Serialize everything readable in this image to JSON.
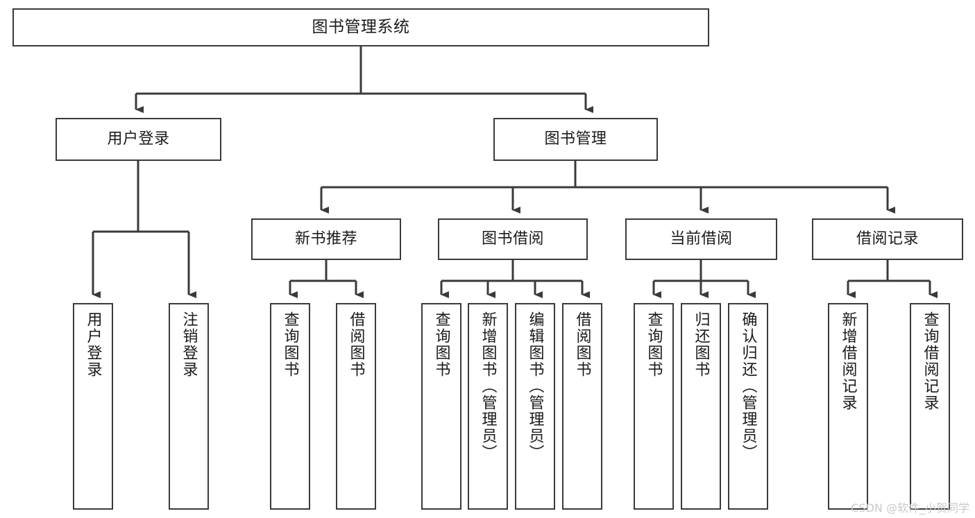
{
  "diagram": {
    "type": "tree-hierarchy-chart",
    "title": "图书管理系统",
    "orientation": "top-down",
    "colors": {
      "border": "#3a3a3a",
      "fill": "#ffffff",
      "text": "#1a1a1a",
      "connector": "#3a3a3a",
      "watermark": "#c9c9c9"
    }
  },
  "nodes": {
    "root": {
      "label": "图书管理系统"
    },
    "level1": [
      {
        "label": "用户登录"
      },
      {
        "label": "图书管理"
      }
    ],
    "level2": [
      {
        "label": "新书推荐"
      },
      {
        "label": "图书借阅"
      },
      {
        "label": "当前借阅"
      },
      {
        "label": "借阅记录"
      }
    ],
    "leaves": {
      "user_login": [
        {
          "label": "用户登录"
        },
        {
          "label": "注销登录"
        }
      ],
      "new_book_recommend": [
        {
          "label": "查询图书"
        },
        {
          "label": "借阅图书"
        }
      ],
      "book_borrow": [
        {
          "label": "查询图书"
        },
        {
          "label": "新增图书（管理员）"
        },
        {
          "label": "编辑图书（管理员）"
        },
        {
          "label": "借阅图书"
        }
      ],
      "current_borrow": [
        {
          "label": "查询图书"
        },
        {
          "label": "归还图书"
        },
        {
          "label": "确认归还（管理员）"
        }
      ],
      "borrow_record": [
        {
          "label": "新增借阅记录"
        },
        {
          "label": "查询借阅记录"
        }
      ]
    }
  },
  "watermark": {
    "text": "CSDN @软件_小贺同学"
  }
}
